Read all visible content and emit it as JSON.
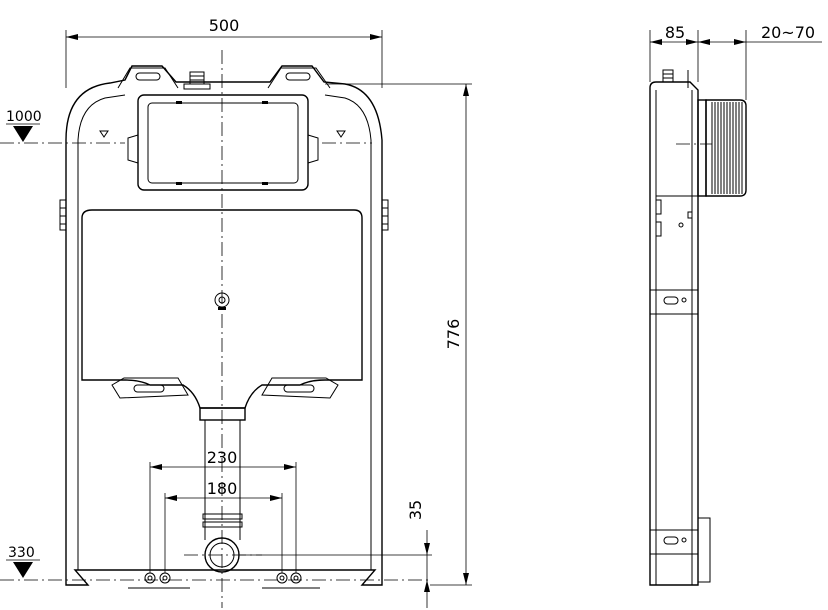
{
  "front_view": {
    "width_label": "500",
    "height_label": "776",
    "pipe_spacing_outer_label": "230",
    "pipe_spacing_inner_label": "180",
    "pipe_offset_label": "35",
    "level_mark_upper": "1000",
    "level_mark_lower": "330"
  },
  "side_view": {
    "depth_label": "85",
    "adjust_range_label": "20~70"
  }
}
